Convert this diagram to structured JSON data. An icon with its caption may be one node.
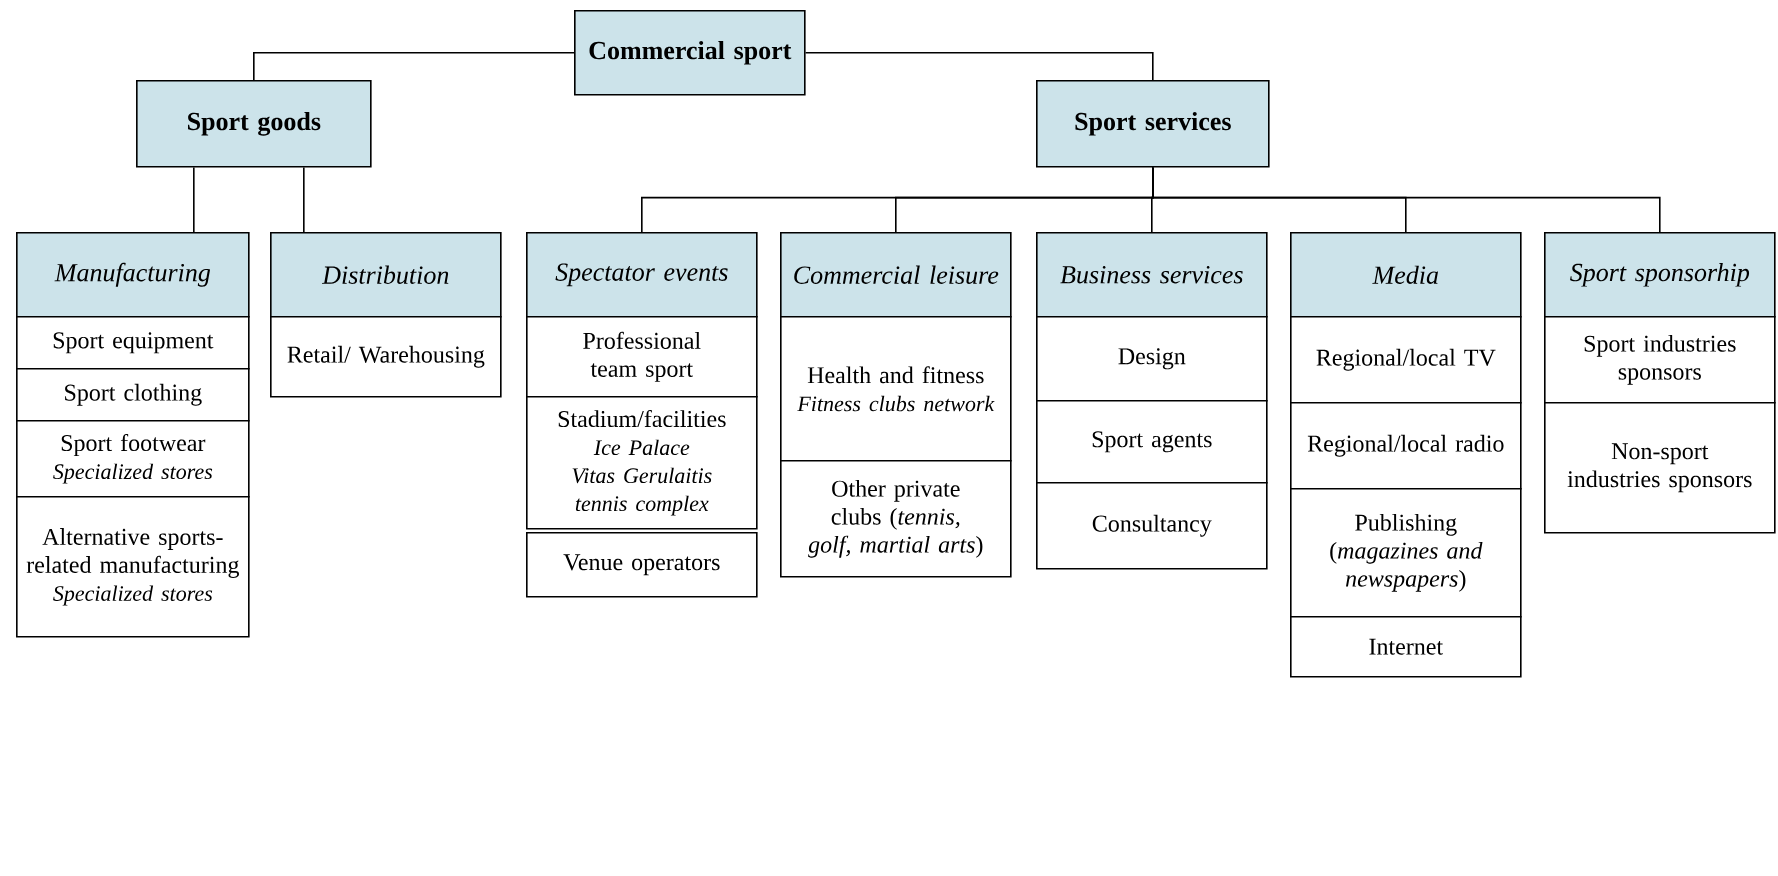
{
  "diagram": {
    "nodes": [
      {
        "text": [
          "Commercial sport"
        ]
      },
      {
        "text": [
          "Sport goods"
        ]
      },
      {
        "text": [
          "Sport services"
        ]
      },
      {
        "text": [
          "Manufacturing"
        ]
      },
      {
        "text": [
          "Distribution"
        ]
      },
      {
        "text": [
          "Spectator events"
        ]
      },
      {
        "text": [
          "Commercial leisure"
        ]
      },
      {
        "text": [
          "Business services"
        ]
      },
      {
        "text": [
          "Media"
        ]
      },
      {
        "text": [
          "Sport sponsorhip"
        ]
      },
      {
        "text": [
          "Sport equipment"
        ]
      },
      {
        "text": [
          "Sport clothing"
        ]
      },
      {
        "text": [
          "Sport footwear",
          "Specialized stores"
        ]
      },
      {
        "text": [
          "Alternative sports-related manufacturing",
          "Specialized stores"
        ]
      },
      {
        "text": [
          "Retail/ Warehousing"
        ]
      },
      {
        "text": [
          "Professional team sport"
        ]
      },
      {
        "text": [
          "Stadium/facilities",
          "Ice Palace",
          "Vitas Gerulaitis tennis complex"
        ]
      },
      {
        "text": [
          "Venue operators"
        ]
      },
      {
        "text": [
          "Health and fitness",
          "Fitness clubs network"
        ]
      },
      {
        "text": [
          "Other private clubs (*tennis, golf, martial arts*)"
        ]
      },
      {
        "text": [
          "Design"
        ]
      },
      {
        "text": [
          "Sport agents"
        ]
      },
      {
        "text": [
          "Consultancy"
        ]
      },
      {
        "text": [
          "Regional/local TV"
        ]
      },
      {
        "text": [
          "Regional/local radio"
        ]
      },
      {
        "text": [
          "Publishing (*magazines and newspapers*)"
        ]
      },
      {
        "text": [
          "Internet"
        ]
      },
      {
        "text": [
          "Sport industries sponsors"
        ]
      },
      {
        "text": [
          "Non-sport industries sponsors"
        ]
      }
    ],
    "edges": [
      {
        "from": 0,
        "to": 1,
        "arrow": "none"
      },
      {
        "from": 0,
        "to": 2,
        "arrow": "none"
      },
      {
        "from": 1,
        "to": 3,
        "arrow": "none"
      },
      {
        "from": 1,
        "to": 4,
        "arrow": "none"
      },
      {
        "from": 2,
        "to": 5,
        "arrow": "none"
      },
      {
        "from": 2,
        "to": 6,
        "arrow": "none"
      },
      {
        "from": 2,
        "to": 7,
        "arrow": "none"
      },
      {
        "from": 2,
        "to": 8,
        "arrow": "none"
      },
      {
        "from": 2,
        "to": 9,
        "arrow": "none"
      }
    ]
  }
}
